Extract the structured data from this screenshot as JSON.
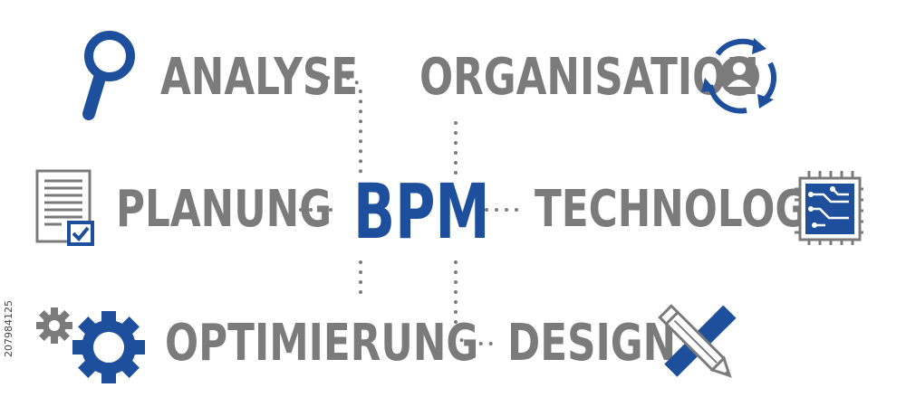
{
  "center": {
    "label": "BPM"
  },
  "items": {
    "analyse": {
      "label": "ANALYSE",
      "icon": "magnifier-icon"
    },
    "organisation": {
      "label": "ORGANISATION",
      "icon": "person-cycle-icon"
    },
    "planung": {
      "label": "PLANUNG",
      "icon": "checklist-document-icon"
    },
    "technologie": {
      "label": "TECHNOLOGIE",
      "icon": "circuit-chip-icon"
    },
    "optimierung": {
      "label": "OPTIMIERUNG",
      "icon": "gears-icon"
    },
    "design": {
      "label": "DESIGN",
      "icon": "pencil-ruler-icon"
    }
  },
  "side_id": "207984125",
  "colors": {
    "text": "#7b7b7b",
    "accent": "#1d4f9c",
    "dots": "#7b7b7b"
  }
}
